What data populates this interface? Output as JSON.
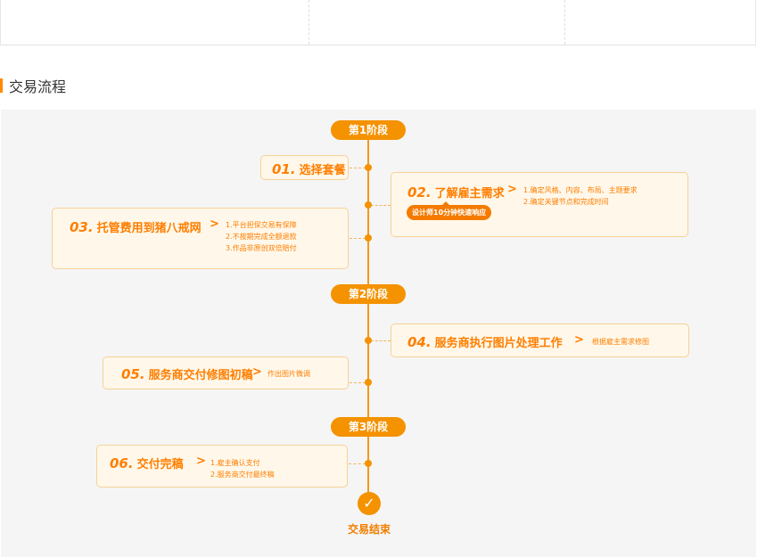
{
  "section": {
    "title": "交易流程"
  },
  "phases": [
    "第1阶段",
    "第2阶段",
    "第3阶段"
  ],
  "steps": [
    {
      "num": "01.",
      "title": "选择套餐",
      "details": []
    },
    {
      "num": "02.",
      "title": "了解雇主需求",
      "details": [
        "1.确定风格、内容、布局、主题要求",
        "2.确定关键节点和完成时间"
      ],
      "badge": "设计师10分钟快速响应"
    },
    {
      "num": "03.",
      "title": "托管费用到猪八戒网",
      "details": [
        "1.平台担保交易有保障",
        "2.不按期完成全额退款",
        "3.作品非原创双倍赔付"
      ]
    },
    {
      "num": "04.",
      "title": "服务商执行图片处理工作",
      "details": [
        "根据雇主需求修图"
      ]
    },
    {
      "num": "05.",
      "title": "服务商交付修图初稿",
      "details": [
        "作出图片微调"
      ]
    },
    {
      "num": "06.",
      "title": "交付完稿",
      "details": [
        "1.雇主确认支付",
        "2.服务商交付最终稿"
      ]
    }
  ],
  "end": {
    "label": "交易结束",
    "icon": "check-icon"
  },
  "colors": {
    "accent": "#f49200",
    "text_accent": "#ff7e00",
    "card_bg": "#fff8ea",
    "card_border": "#f6d197"
  }
}
